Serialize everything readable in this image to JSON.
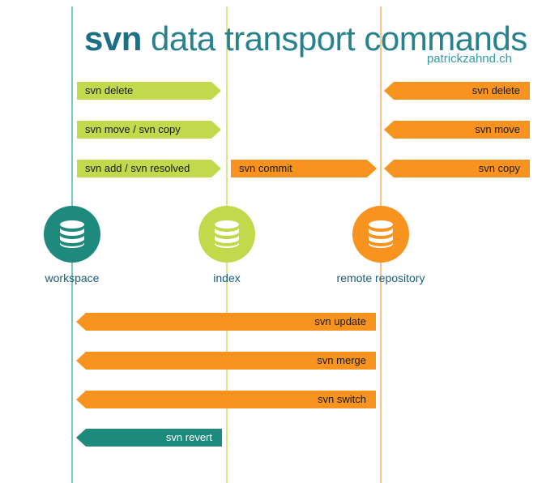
{
  "title": {
    "bold": "svn",
    "rest": " data transport commands"
  },
  "subtitle": "patrickzahnd.ch",
  "colors": {
    "teal": "#1e8a7d",
    "green": "#c2d94b",
    "orange": "#f7931e",
    "line_teal": "#7cc9bf",
    "line_green": "#d9e98c",
    "line_orange": "#f9c48a"
  },
  "nodes": [
    {
      "label": "workspace",
      "color": "#1e8a7d",
      "icon": "database-icon"
    },
    {
      "label": "index",
      "color": "#c2d94b",
      "icon": "database-icon"
    },
    {
      "label": "remote repository",
      "color": "#f7931e",
      "icon": "database-icon"
    }
  ],
  "arrows": {
    "ws_delete": "svn delete",
    "ws_move": "svn move / svn copy",
    "ws_add": "svn add / svn resolved",
    "commit": "svn commit",
    "repo_delete": "svn delete",
    "repo_move": "svn move",
    "repo_copy": "svn copy",
    "update": "svn update",
    "merge": "svn merge",
    "switch": "svn switch",
    "revert": "svn revert"
  }
}
